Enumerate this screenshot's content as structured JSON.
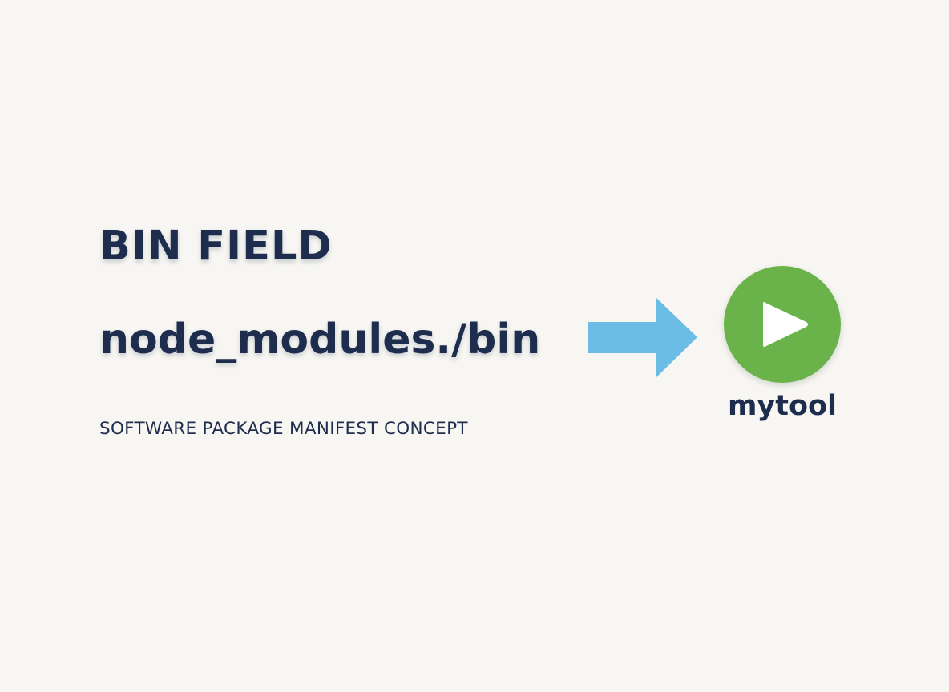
{
  "heading": "BIN FIELD",
  "path": "node_modules./bin",
  "caption": "SOFTWARE PACKAGE MANIFEST CONCEPT",
  "target": {
    "label": "mytool",
    "icon": "play-icon"
  },
  "arrow_icon": "right-arrow-icon",
  "colors": {
    "background": "#f7f6f2",
    "text": "#1e2d4d",
    "arrow": "#6cbde6",
    "play_circle": "#6ab24a",
    "play_triangle": "#ffffff"
  }
}
